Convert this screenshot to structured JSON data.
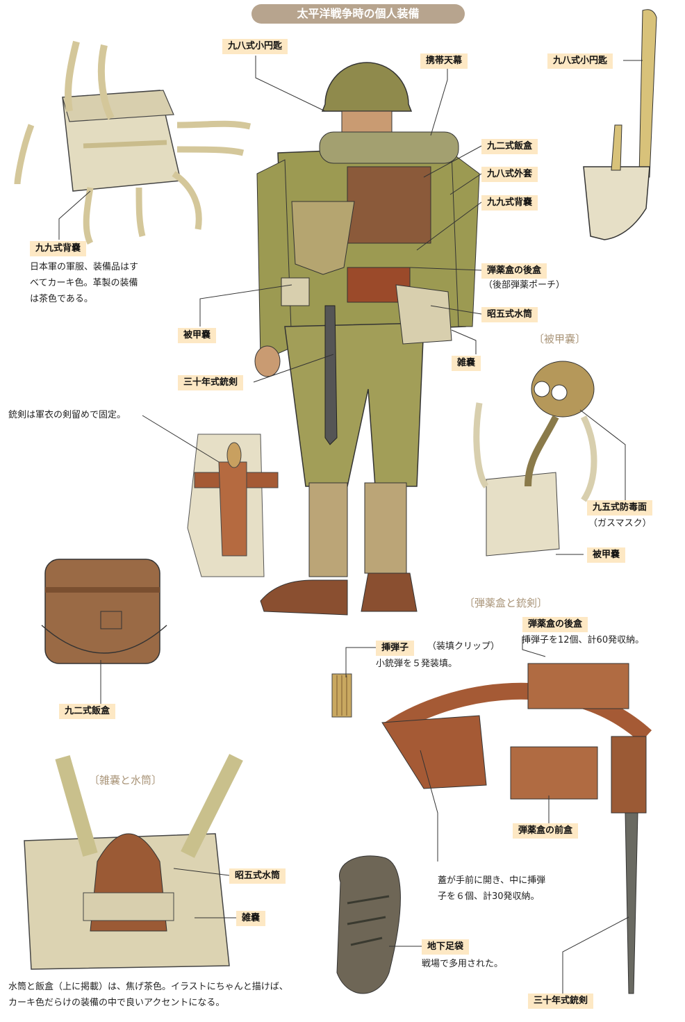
{
  "title": "太平洋戦争時の個人装備",
  "labels": {
    "shovel_top": "九八式小円匙",
    "shelter": "携帯天幕",
    "shovel_right": "九八式小円匙",
    "mess_tin_top": "九二式飯盒",
    "overcoat": "九八式外套",
    "backpack_center": "九九式背嚢",
    "backpack_left": "九九式背嚢",
    "rear_ammo": "弾薬盒の後盒",
    "rear_ammo_sub": "（後部弾薬ポーチ）",
    "canteen_top": "昭五式水筒",
    "gasbag_left": "被甲嚢",
    "haversack_top": "雑嚢",
    "bayonet_top": "三十年式銃剣",
    "gasmask": "九五式防毒面",
    "gasmask_sub": "（ガスマスク）",
    "gasbag_right": "被甲嚢",
    "mess_tin_bottom": "九二式飯盒",
    "clip": "挿弾子",
    "clip_sub": "（装填クリップ）",
    "rear_ammo_2": "弾薬盒の後盒",
    "front_ammo": "弾薬盒の前盒",
    "canteen_bottom": "昭五式水筒",
    "haversack_bottom": "雑嚢",
    "tabi": "地下足袋",
    "bayonet_bottom": "三十年式銃剣"
  },
  "sections": {
    "gasbag": "〔被甲嚢〕",
    "ammo": "〔弾薬盒と銃剣〕",
    "haversack": "〔雑嚢と水筒〕"
  },
  "notes": {
    "uniform_1": "日本軍の軍服、装備品はす",
    "uniform_2": "べてカーキ色。革製の装備",
    "uniform_3": "は茶色である。",
    "bayonet": "銃剣は軍衣の剣留めで固定。",
    "rear_ammo": "挿弾子を12個、計60発収納。",
    "clip": "小銃弾を５発装填。",
    "front_ammo_1": "蓋が手前に開き、中に挿弾",
    "front_ammo_2": "子を６個、計30発収納。",
    "tabi": "戦場で多用された。",
    "bottom_1": "水筒と飯盒（上に掲載）は、焦げ茶色。イラストにちゃんと描けば、",
    "bottom_2": "カーキ色だらけの装備の中で良いアクセントになる。"
  },
  "colors": {
    "khaki": "#a99a5a",
    "leather": "#9b5a35",
    "canvas": "#e3dcc0",
    "label_bg": "#fde8c4",
    "title_bg": "#b7a48e"
  }
}
